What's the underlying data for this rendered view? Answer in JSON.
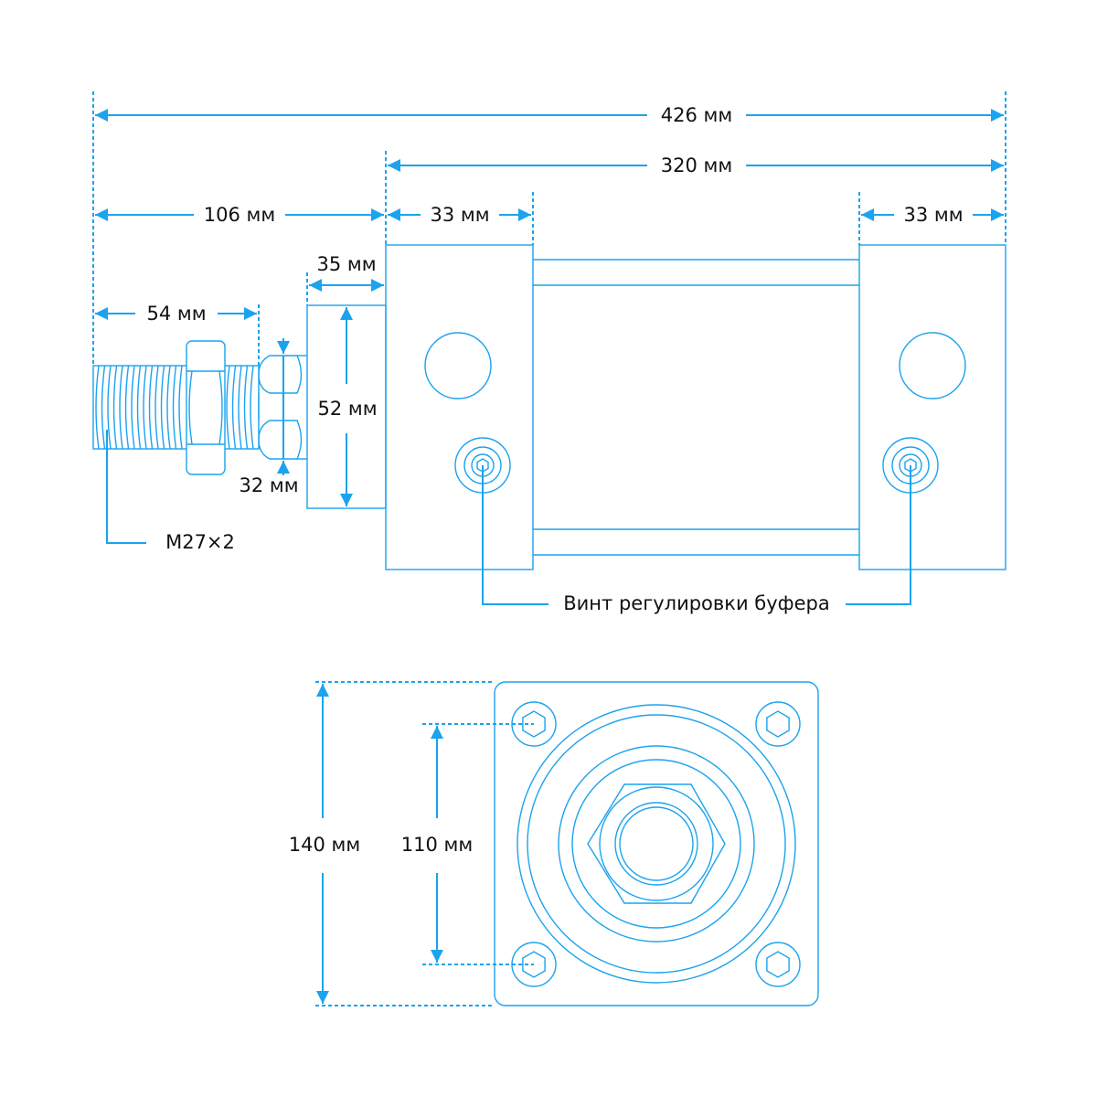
{
  "dimensions": {
    "overall_length": "426 мм",
    "body_length": "320 мм",
    "rod_extension": "106 мм",
    "front_cap": "33 мм",
    "rear_cap": "33 мм",
    "flange_thickness": "35 мм",
    "thread_length": "54 мм",
    "flange_height": "52 мм",
    "rod_diameter": "32 мм",
    "square_size": "140 мм",
    "bolt_spacing": "110 мм"
  },
  "labels": {
    "thread": "M27×2",
    "buffer_screw": "Винт регулировки буфера"
  },
  "colors": {
    "line": "#1ba3ee",
    "text": "#111111"
  }
}
